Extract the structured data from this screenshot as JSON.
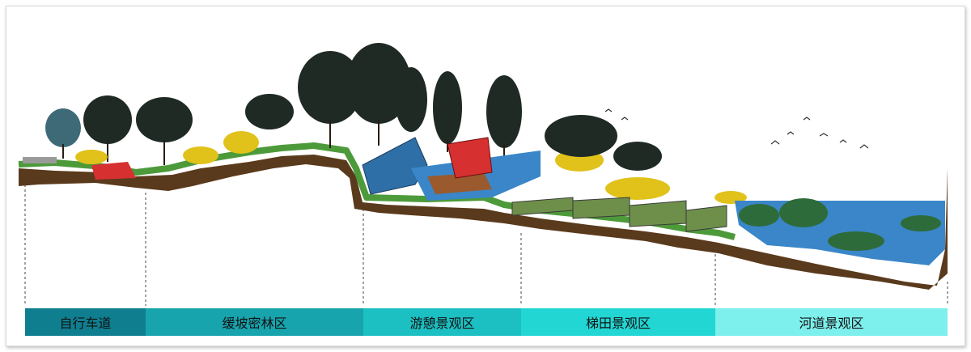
{
  "zones": [
    {
      "label": "自行车道",
      "color": "#0f7f90"
    },
    {
      "label": "缓坡密林区",
      "color": "#17a4ad"
    },
    {
      "label": "游憩景观区",
      "color": "#1cc0c3"
    },
    {
      "label": "梯田景观区",
      "color": "#22d6d3"
    },
    {
      "label": "河道景观区",
      "color": "#7defec"
    }
  ],
  "colors": {
    "soil": "#5a3a1c",
    "grass": "#4d9a3a",
    "water": "#3a86c8",
    "tree": "#1f2a25",
    "shrub": "#e0c21a",
    "pavilion": "#d63031"
  }
}
